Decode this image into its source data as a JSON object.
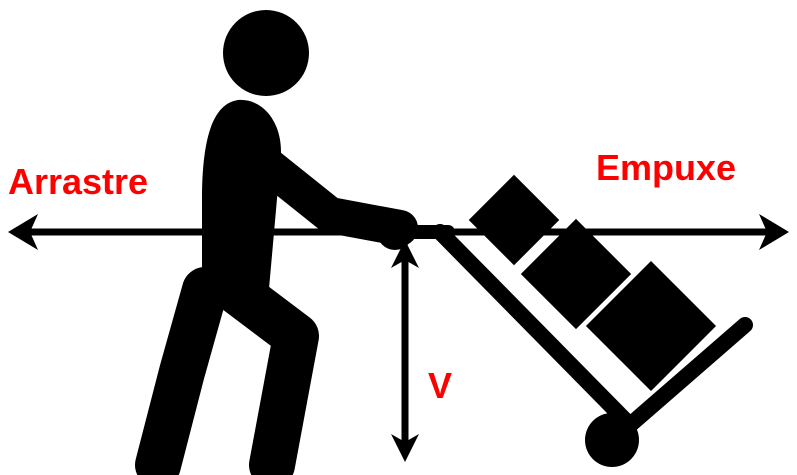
{
  "labels": {
    "drag": "Arrastre",
    "push": "Empuxe",
    "vertical": "V"
  },
  "colors": {
    "label": "#ff0000",
    "figure": "#000000",
    "background": "#ffffff"
  },
  "icons": {
    "person": "person-pushing-icon",
    "trolley": "hand-truck-icon"
  }
}
